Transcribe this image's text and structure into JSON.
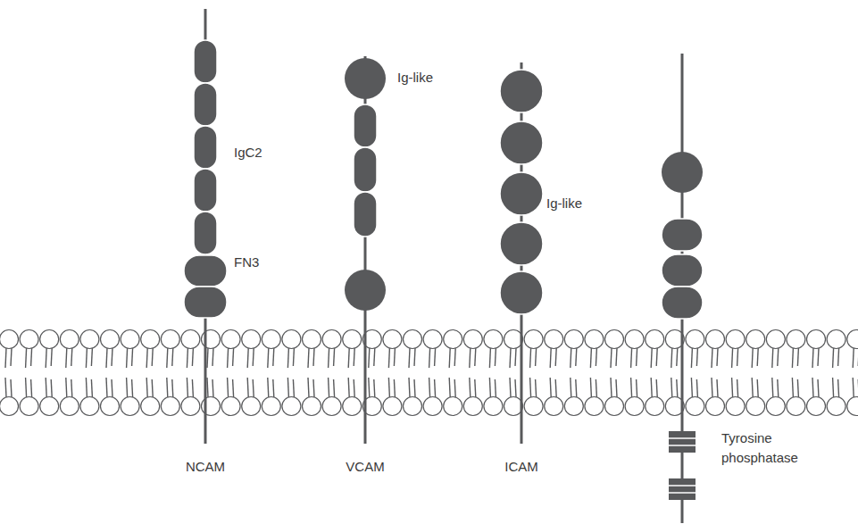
{
  "diagram": {
    "labels": [
      "Ig-like",
      "IgC2",
      "Ig-like",
      "FN3",
      "NCAM",
      "VCAM",
      "ICAM",
      "Tyrosine phosphatase"
    ]
  }
}
